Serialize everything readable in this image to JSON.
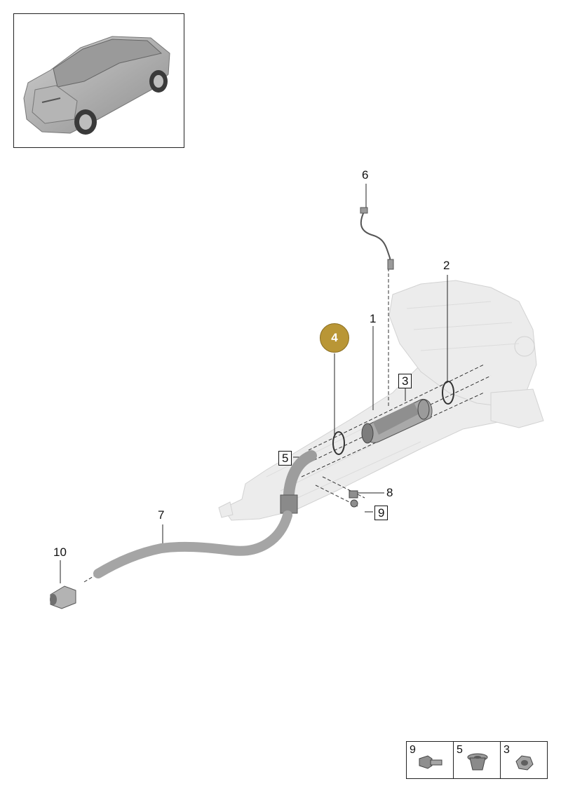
{
  "callouts": {
    "c1": "1",
    "c2": "2",
    "c3": "3",
    "c4": "4",
    "c5": "5",
    "c6": "6",
    "c7": "7",
    "c8": "8",
    "c9": "9",
    "c10": "10"
  },
  "legend": [
    {
      "number": "9",
      "icon": "bolt-icon"
    },
    {
      "number": "5",
      "icon": "flange-nut-icon"
    },
    {
      "number": "3",
      "icon": "nut-icon"
    }
  ],
  "colors": {
    "highlight": "#b99636",
    "part_gray": "#a9a9a9",
    "ghost_gray": "#e6e6e6",
    "line": "#222222"
  }
}
